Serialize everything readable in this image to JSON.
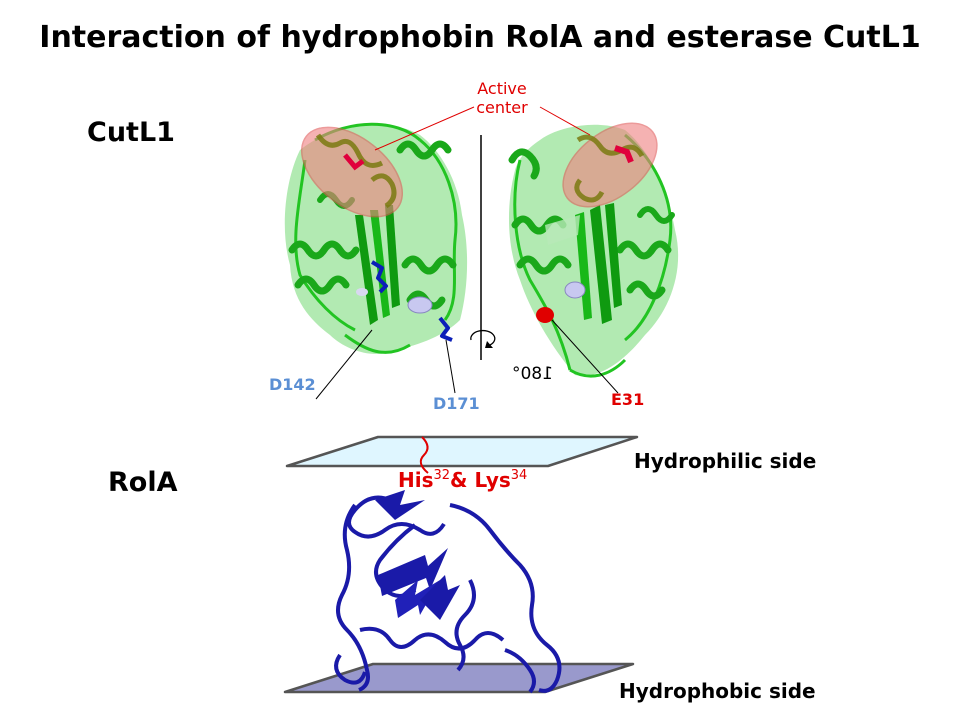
{
  "title": "Interaction of hydrophobin RolA and esterase CutL1",
  "cutl1_label": "CutL1",
  "rola_label": "RolA",
  "active_center": {
    "line1": "Active",
    "line2": "center"
  },
  "residues": {
    "d142": "D142",
    "d171": "D171",
    "e31": "E31"
  },
  "rotation_label": "180°",
  "interface": {
    "his": "His",
    "his_num": "32",
    "amp": "& Lys",
    "lys_num": "34"
  },
  "hydrophilic_side": "Hydrophilic side",
  "hydrophobic_side": "Hydrophobic side",
  "colors": {
    "protein_green": "#22c422",
    "protein_dark_green": "#0f7a10",
    "rola_blue": "#1a1aa8",
    "residue_blue": "#0b1fb8",
    "residue_label_blue": "#5b8fd4",
    "active_red": "#e00000",
    "active_ellipse": "#f08080",
    "hydrophilic_plane": "#dff6ff",
    "hydrophobic_plane": "#9999cc"
  }
}
